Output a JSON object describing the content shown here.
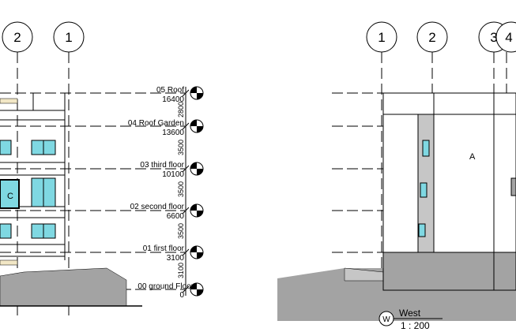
{
  "levels": [
    {
      "name": "05 Roof",
      "elevation": "16400"
    },
    {
      "name": "04 Roof Garden",
      "elevation": "13600"
    },
    {
      "name": "03 third floor",
      "elevation": "10100"
    },
    {
      "name": "02 second floor",
      "elevation": "6600"
    },
    {
      "name": "01 first floor",
      "elevation": "3100"
    },
    {
      "name": "00 ground Floor",
      "elevation": "0"
    }
  ],
  "dimensions": [
    "2800",
    "3500",
    "3500",
    "3500",
    "3100"
  ],
  "grids_left": [
    "2",
    "1"
  ],
  "grids_right": [
    "1",
    "2",
    "3",
    "4"
  ],
  "tags": {
    "left_room": "C",
    "right_room": "A"
  },
  "view": {
    "marker": "W",
    "name": "West",
    "scale": "1 : 200"
  },
  "colors": {
    "glass": "#7fd8e2",
    "ground": "#a3a3a3",
    "wall_shade": "#c6c6c6",
    "line": "#000000"
  }
}
